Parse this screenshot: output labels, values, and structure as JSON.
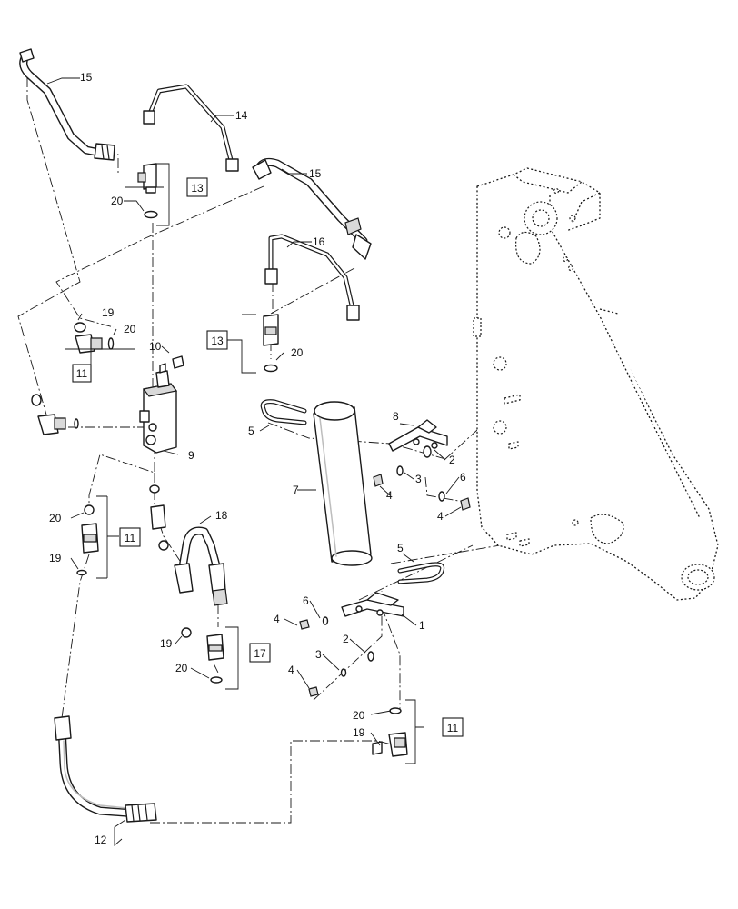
{
  "diagram": {
    "title": "",
    "parts": {
      "p1": "1",
      "p2": "2",
      "p3": "3",
      "p4": "4",
      "p5": "5",
      "p6": "6",
      "p7": "7",
      "p8": "8",
      "p9": "9",
      "p10": "10",
      "p11": "11",
      "p12": "12",
      "p13": "13",
      "p14": "14",
      "p15": "15",
      "p16": "16",
      "p17": "17",
      "p18": "18",
      "p19": "19",
      "p20": "20"
    }
  }
}
